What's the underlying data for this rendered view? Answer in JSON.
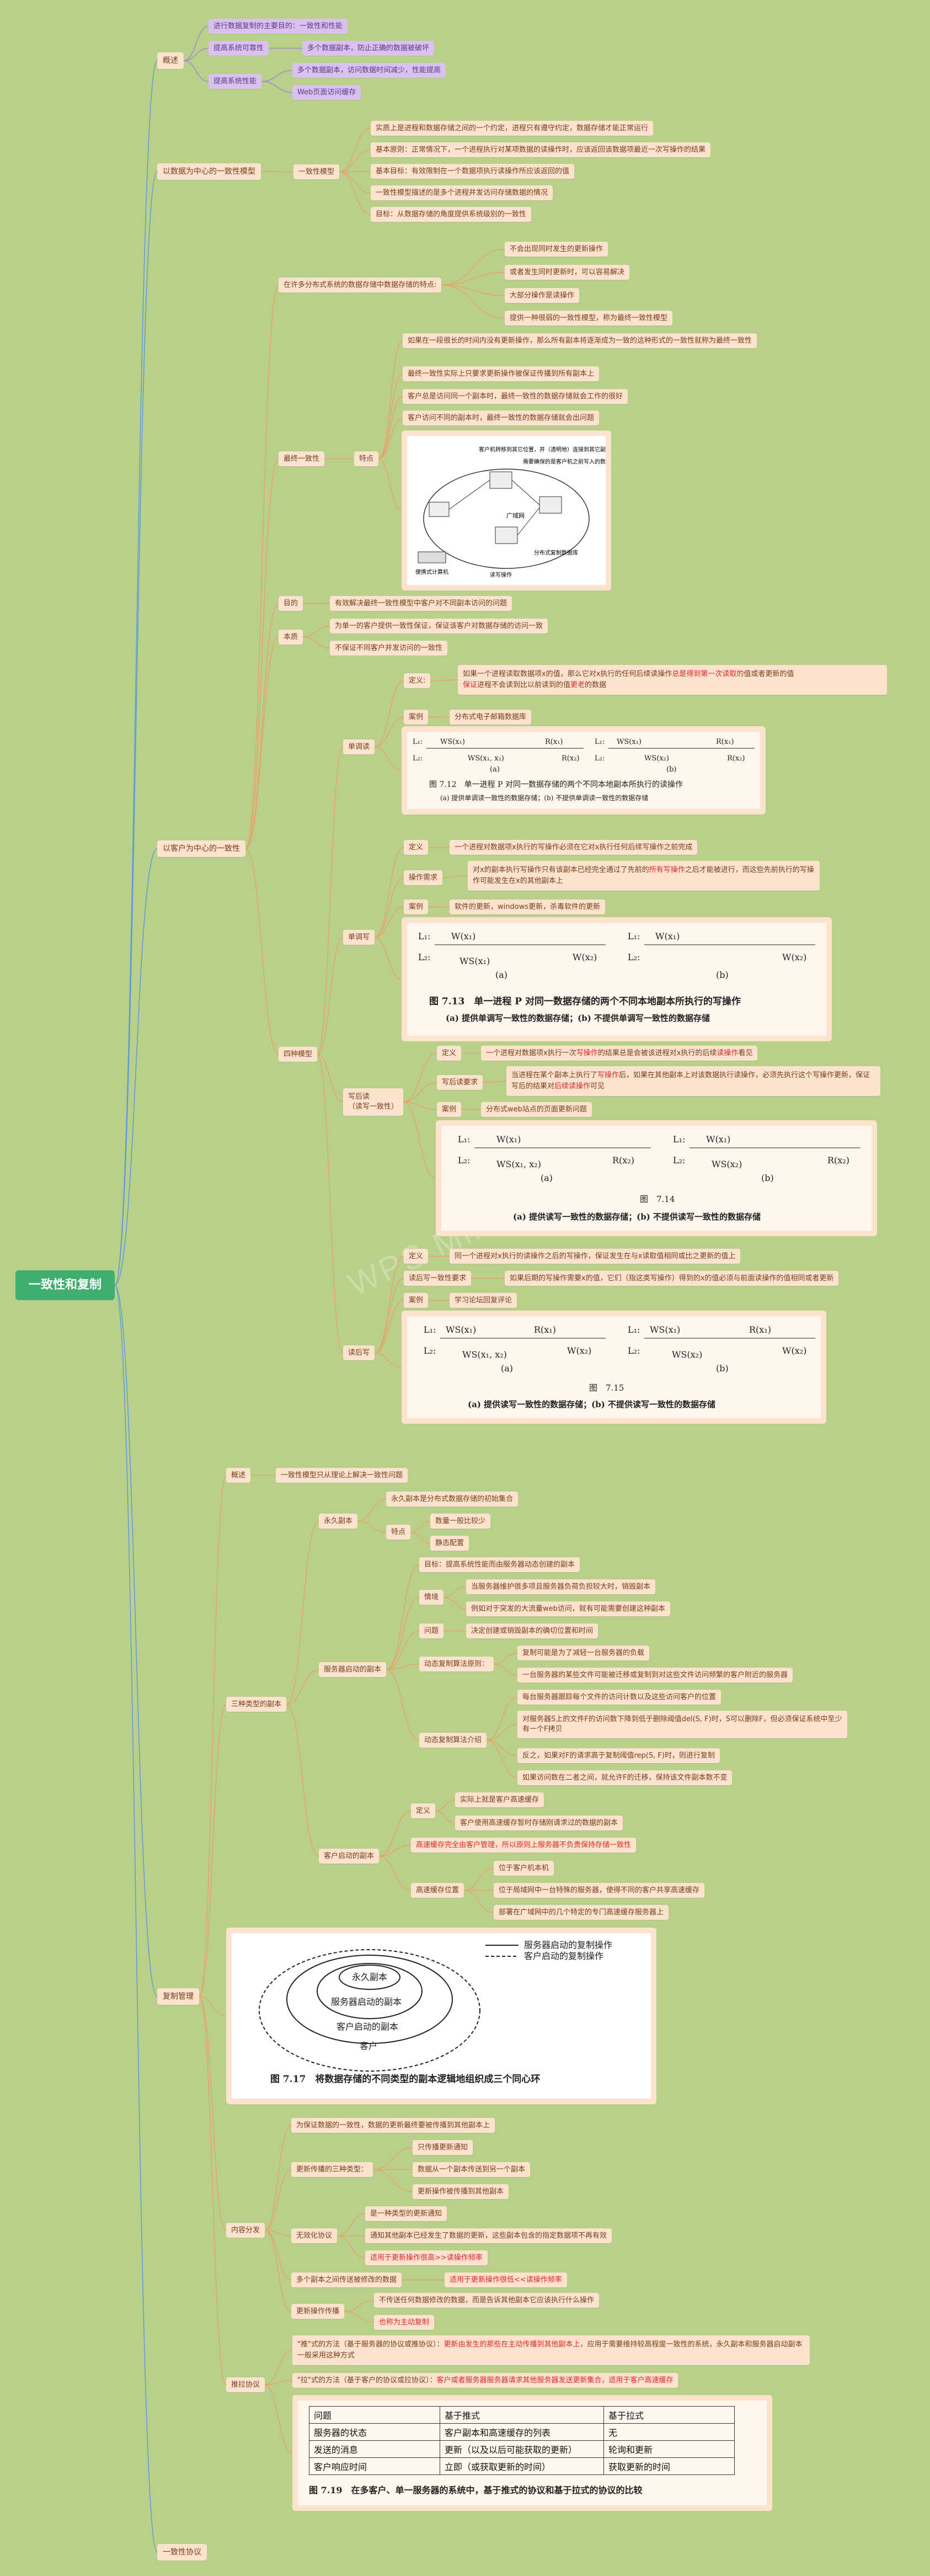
{
  "root": "一致性和复制",
  "branches": {
    "overview": {
      "label": "概述",
      "items": [
        {
          "label": "进行数据复制的主要目的：一致性和性能"
        },
        {
          "label": "提高系统可靠性",
          "child": "多个数据副本，防止正确的数据被破坏"
        },
        {
          "label": "提高系统性能",
          "children": [
            "多个数据副本，访问数据时间减少，性能提高",
            "Web页面访问缓存"
          ]
        }
      ]
    },
    "data_centric": {
      "label": "以数据为中心的一致性模型",
      "model_label": "一致性模型",
      "model_items": [
        "实质上是进程和数据存储之间的一个约定，进程只有遵守约定，数据存储才能正常运行",
        "基本原则：正常情况下，一个进程执行对某项数据的读操作时，应该返回该数据项最近一次写操作的结果",
        "基本目标：有效限制在一个数据项执行读操作所应该返回的值",
        "一致性模型描述的是多个进程并发访问存储数据的情况",
        "目标：从数据存储的角度提供系统级别的一致性"
      ]
    },
    "client_centric": {
      "label": "以客户为中心的一致性",
      "scenario": {
        "label": "在许多分布式系统的数据存储中数据存储的特点:",
        "items": [
          "不会出现同时发生的更新操作",
          "或者发生同时更新时，可以容易解决",
          "大部分操作是读操作",
          "提供一种很弱的一致性模型，称为最终一致性模型"
        ]
      },
      "eventual": {
        "label": "最终一致性",
        "feature_label": "特点",
        "items": [
          "如果在一段很长的时间内没有更新操作，那么所有副本将逐渐成为一致的这种形式的一致性就称为最终一致性",
          "最终一致性实际上只要求更新操作被保证传播到所有副本上",
          "客户总是访问同一个副本时，最终一致性的数据存储就会工作的很好",
          "客户访问不同的副本时，最终一致性的数据存储就会出问题"
        ],
        "figure": {
          "text_top": "客户机转移到其它位置，并（透明地）连接到其它副本",
          "text_right": "需要确保的是客户机之前写入的数据可以被正确获取",
          "text_wan": "广域网",
          "text_computer": "便携式计算机",
          "text_store": "分布式复制数据库",
          "text_rw": "读写操作"
        }
      },
      "goal": {
        "label": "目的",
        "text": "有效解决最终一致性模型中客户对不同副本访问的问题"
      },
      "essence": {
        "label": "本质",
        "items": [
          "为单一的客户提供一致性保证，保证该客户对数据存储的访问一致",
          "不保证不同客户并发访问的一致性"
        ]
      },
      "four_label": "四种模型",
      "monotonic_read": {
        "label": "单调读",
        "def_label": "定义:",
        "def_pre": "如果一个进程读取数据项x的值，那么它对x执行的任何后续读操作",
        "def_red1": "总是得到第一次读取的",
        "def_mid": "值或者更新的值",
        "def_red2": "保证",
        "def_post": "进程不会读到比以前读到的值",
        "def_red3": "更老",
        "def_end": "的数据",
        "case_label": "案例",
        "case": "分布式电子邮箱数据库",
        "caption": "图 7.12　单一进程 P 对同一数据存储的两个不同本地副本所执行的读操作",
        "subcaption": "(a) 提供单调读一致性的数据存储；(b) 不提供单调读一致性的数据存储"
      },
      "monotonic_write": {
        "label": "单调写",
        "def_label": "定义",
        "def": "一个进程对数据项x执行的写操作必须在它对x执行任何后续写操作之前完成",
        "mean_label": "操作需求",
        "mean_pre": "对x的副本执行写操作只有该副本已经完全通过了先前的",
        "mean_red": "所有写操作",
        "mean_post": "之后才能被进行，而这些先前执行的写操作可能发生在x的其他副本上",
        "case_label": "案例",
        "case": "软件的更新，windows更新，杀毒软件的更新",
        "caption": "图 7.13　单一进程 P 对同一数据存储的两个不同本地副本所执行的写操作",
        "subcaption": "(a) 提供单调写一致性的数据存储；(b) 不提供单调写一致性的数据存储"
      },
      "read_your_writes": {
        "label": "写后读",
        "label2": "（读写一致性）",
        "def_label": "定义",
        "def_pre": "一个进程对数据项x执行一次",
        "def_red1": "写操作",
        "def_mid": "的结果总是会被该进程对x执行的后续",
        "def_red2": "读操作",
        "def_post": "看见",
        "req_label": "写后读要求",
        "req_pre": "当进程在某个副本上执行了",
        "req_red1": "写操作",
        "req_mid": "后，如果在其他副本上对该数据执行读操作，必须先执行这个写操作更新，保证写后的结果对",
        "req_red2": "后续读操作",
        "req_post": "可见",
        "case_label": "案例",
        "case": "分布式web站点的页面更新问题",
        "caption": "图　7.14",
        "subcaption": "(a) 提供读写一致性的数据存储；(b) 不提供读写一致性的数据存储"
      },
      "writes_follow_reads": {
        "label": "读后写",
        "def_label": "定义",
        "def": "同一个进程对x执行的读操作之后的写操作，保证发生在与x读取值相同或比之更新的值上",
        "req_label": "读后写一致性要求",
        "req": "如果后期的写操作需要x的值，它们（指这类写操作）得到的x的值必须与前面读操作的值相同或者更新",
        "case_label": "案例",
        "case": "学习论坛回复评论",
        "caption": "图　7.15",
        "subcaption": "(a) 提供读写一致性的数据存储；(b) 不提供读写一致性的数据存储"
      }
    },
    "replica_mgmt": {
      "label": "复制管理",
      "overview": {
        "label": "概述",
        "text": "一致性模型只从理论上解决一致性问题"
      },
      "types": {
        "label": "三种类型的副本",
        "permanent": {
          "label": "永久副本",
          "child": "永久副本是分布式数据存储的初始集合",
          "feature_label": "特点",
          "features": [
            "数量一般比较少",
            "静态配置"
          ]
        },
        "server": {
          "label": "服务器启动的副本",
          "goal": "目标：提高系统性能而由服务器动态创建的副本",
          "scenario_label": "情境",
          "scenario": [
            "当服务器维护很多项且服务器负荷负担较大时，销毁副本",
            "例如对于突发的大流量web访问，就有可能需要创建这种副本"
          ],
          "problem_label": "问题",
          "problem": "决定创建或销毁副本的确切位置和时间",
          "algo_label": "动态复制算法原则：",
          "algo": [
            "复制可能是为了减轻一台服务器的负载",
            "一台服务器的某些文件可能被迁移或复制到对这些文件访问频繁的客户附近的服务器"
          ],
          "algo2_label": "动态复制算法介绍",
          "algo2": [
            "每台服务器跟踪每个文件的访问计数以及这些访问客户的位置",
            "对服务器S上的文件F的访问数下降到低于删除阈值del(S, F)时，S可以删除F，但必须保证系统中至少有一个F拷贝",
            "反之，如果对F的请求高于复制阈值rep(S, F)时，则进行复制",
            "如果访问数在二者之间，就允许F的迁移，保持该文件副本数不变"
          ]
        },
        "client": {
          "label": "客户启动的副本",
          "def_label": "定义",
          "def": [
            "实际上就是客户高速缓存",
            "客户使用高速缓存暂时存储刚请求过的数据的副本"
          ],
          "note": "高速缓存完全由客户管理，所以原则上服务器不负责保持存储一致性",
          "cache_label": "高速缓存位置",
          "cache": [
            "位于客户机本机",
            "位于局域网中一台特殊的服务器，使得不同的客户共享高速缓存",
            "部署在广域网中的几个特定的专门高速缓存服务器上"
          ]
        },
        "figure": {
          "legend1": "服务器启动的复制操作",
          "legend2": "客户启动的复制操作",
          "ring1": "永久副本",
          "ring2": "服务器启动的副本",
          "ring3": "客户启动的副本",
          "ring4": "客户",
          "caption": "图 7.17　将数据存储的不同类型的副本逻辑地组织成三个同心环"
        }
      },
      "content": {
        "label": "内容分发",
        "goal": "为保证数据的一致性，数据的更新最终要被传播到其他副本上",
        "types_label": "更新传播的三种类型：",
        "types": [
          "只传播更新通知",
          "数据从一个副本传送到另一个副本",
          "更新操作被传播到其他副本"
        ],
        "invalidate_label": "无效化协议",
        "invalidate": [
          "是一种类型的更新通知",
          "通知其他副本已经发生了数据的更新，这些副本包含的指定数据项不再有效"
        ],
        "invalidate_red": "适用于更新操作很高>>读操作频率",
        "transfer_label": "多个副本之间传送被修改的数据",
        "transfer_red": "适用于更新操作很低<<读操作频率",
        "propagate_label": "更新操作传播",
        "propagate": "不传送任何数据修改的数据，而是告诉其他副本它应该执行什么操作",
        "propagate_red": "也称为主动复制"
      },
      "protocol": {
        "label": "推拉协议",
        "push_pre": "\"推\"式的方法（基于服务器的协议或推协议）：",
        "push_red": "更新由发生的那些在主动传播到其他副本上",
        "push_post": "，应用于需要维持较高程度一致性的系统，永久副本和服务器启动副本一般采用这种方式",
        "pull_pre": "\"拉\"式的方法（基于客户的协议或拉协议）：",
        "pull_red": "客户或者服务器服务器请求其他服务器发送更新集合，适用于客户高速缓存",
        "table": {
          "headers": [
            "问题",
            "基于推式",
            "基于拉式"
          ],
          "rows": [
            [
              "服务器的状态",
              "客户副本和高速缓存的列表",
              "无"
            ],
            [
              "发送的消息",
              "更新（以及以后可能获取的更新）",
              "轮询和更新"
            ],
            [
              "客户响应时间",
              "立即（或获取更新的时间）",
              "获取更新的时间"
            ]
          ],
          "caption": "图 7.19　在多客户、单一服务器的系统中，基于推式的协议和基于拉式的协议的比较"
        }
      }
    },
    "consistency_protocol": {
      "label": "一致性协议"
    }
  },
  "watermark": "WPS Mind"
}
